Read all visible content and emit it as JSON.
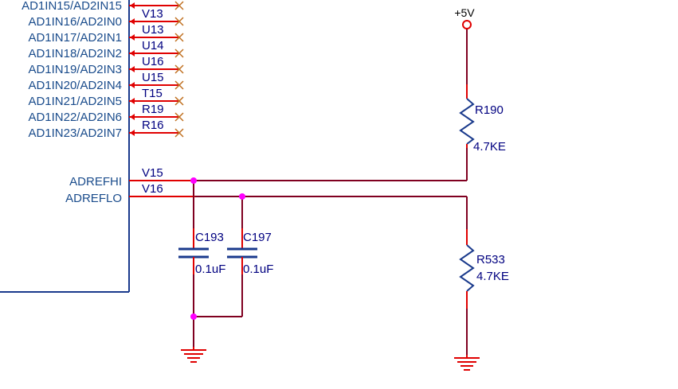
{
  "colors": {
    "wire": "#800020",
    "pin": "#e00000",
    "no_connect": "#c07020",
    "junction": "#ff00ff",
    "body": "#1a3a8c",
    "text": "#000080",
    "ground": "#e00000",
    "power": "#e00000"
  },
  "ic": {
    "pins_top": [
      {
        "name": "AD1IN15/AD2IN15",
        "number": ""
      },
      {
        "name": "AD1IN16/AD2IN0",
        "number": "V13"
      },
      {
        "name": "AD1IN17/AD2IN1",
        "number": "U13"
      },
      {
        "name": "AD1IN18/AD2IN2",
        "number": "U14"
      },
      {
        "name": "AD1IN19/AD2IN3",
        "number": "U16"
      },
      {
        "name": "AD1IN20/AD2IN4",
        "number": "U15"
      },
      {
        "name": "AD1IN21/AD2IN5",
        "number": "T15"
      },
      {
        "name": "AD1IN22/AD2IN6",
        "number": "R19"
      },
      {
        "name": "AD1IN23/AD2IN7",
        "number": "R16"
      }
    ],
    "pin_adrefhi": {
      "name": "ADREFHI",
      "number": "V15"
    },
    "pin_adreflo": {
      "name": "ADREFLO",
      "number": "V16"
    }
  },
  "power_label": "+5V",
  "components": {
    "r190": {
      "ref": "R190",
      "value": "4.7KE"
    },
    "r533": {
      "ref": "R533",
      "value": "4.7KE"
    },
    "c193": {
      "ref": "C193",
      "value": "0.1uF"
    },
    "c197": {
      "ref": "C197",
      "value": "0.1uF"
    }
  }
}
